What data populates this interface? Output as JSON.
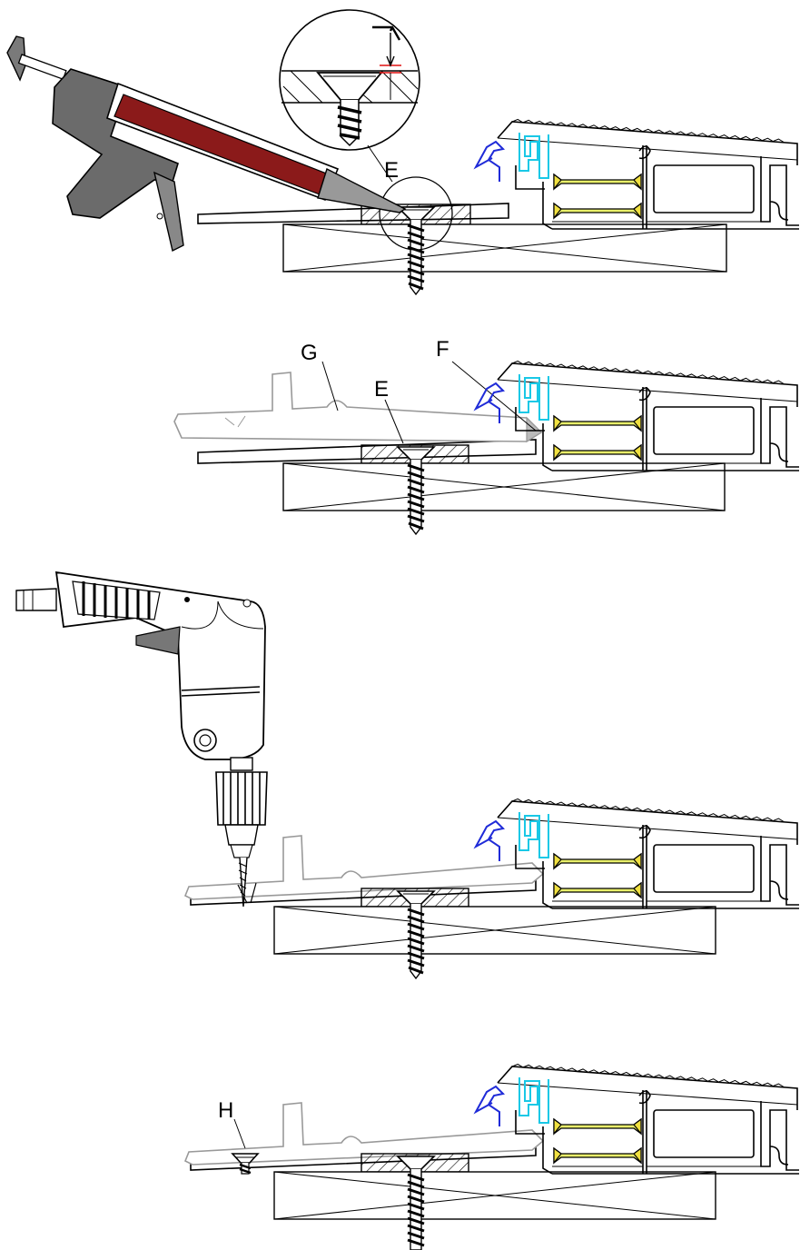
{
  "labels": {
    "e_step1": "E",
    "g_step2": "G",
    "e_step2": "E",
    "f_step2": "F",
    "h_step4": "H"
  },
  "colors": {
    "sealant_cartridge": "#8b1a1a",
    "gun_body": "#6b6b6b",
    "drill_body": "#ffffff",
    "profile_blue": "#1f2bd8",
    "profile_cyan": "#19c8e6",
    "thermal_break": "#e9f06a",
    "detail_mark": "#e01010"
  },
  "icons": {
    "step1_tool": "caulking-gun-icon",
    "step3_tool": "power-drill-icon",
    "fastener": "countersunk-screw-icon"
  }
}
